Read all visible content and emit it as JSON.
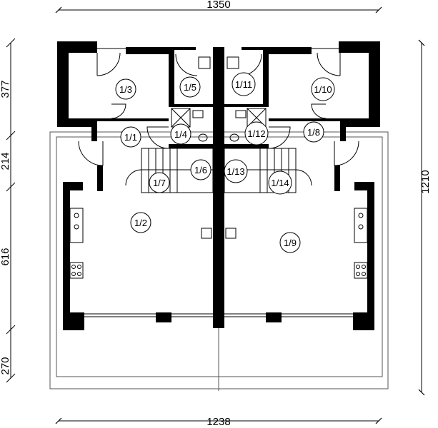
{
  "dimensions": {
    "top": "1350",
    "bottom": "1238",
    "right": "1210",
    "left": [
      "377",
      "214",
      "616",
      "270"
    ]
  },
  "rooms": [
    "1/1",
    "1/2",
    "1/3",
    "1/4",
    "1/5",
    "1/6",
    "1/7",
    "1/8",
    "1/9",
    "1/10",
    "1/11",
    "1/12",
    "1/13",
    "1/14"
  ]
}
